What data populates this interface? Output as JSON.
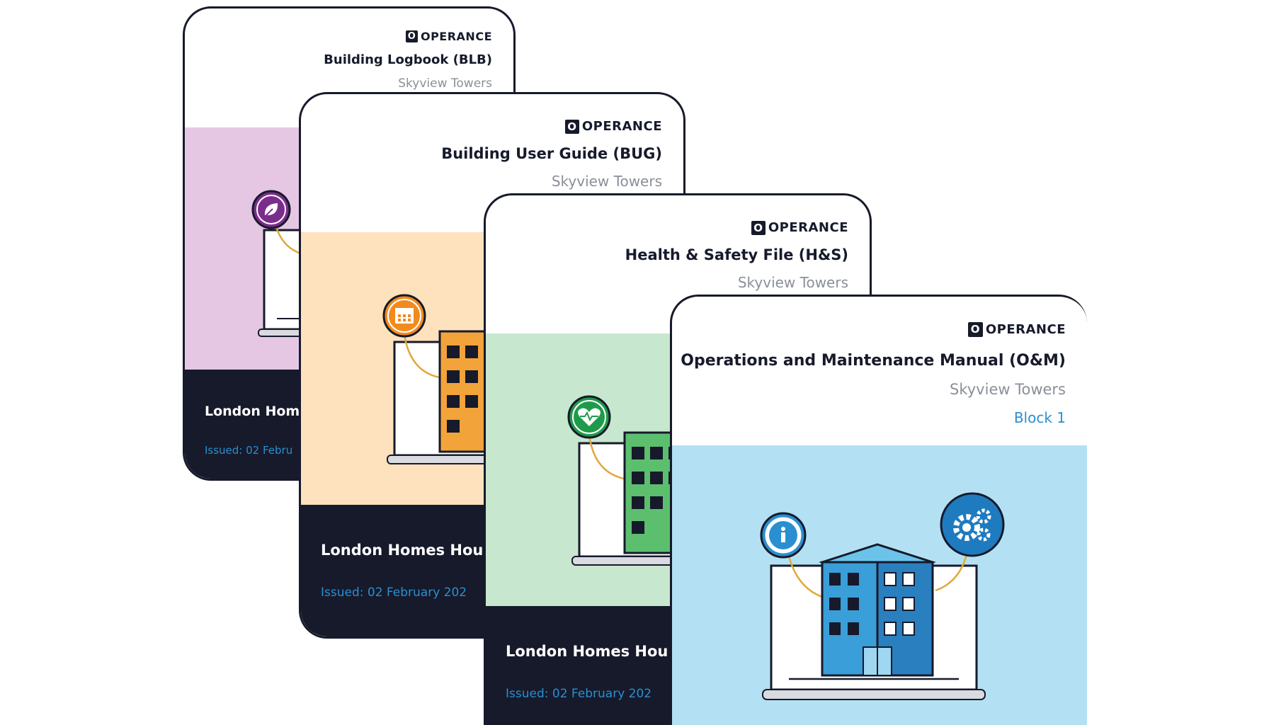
{
  "brand": {
    "name": "OPERANCE",
    "logo_glyph": "O"
  },
  "colors": {
    "dark": "#161a2b",
    "accent_blue": "#2a8fd0",
    "blb_band": "#e6c7e3",
    "bug_band": "#fde2bd",
    "hs_band": "#c7e7cf",
    "om_band": "#b3e1f3"
  },
  "cards": {
    "blb": {
      "title": "Building Logbook (BLB)",
      "site": "Skyview Towers",
      "client": "London Home",
      "issued": "Issued: 02 Febru",
      "icon": "leaf-icon"
    },
    "bug": {
      "title": "Building User Guide (BUG)",
      "site": "Skyview Towers",
      "client": "London Homes Hou",
      "issued": "Issued: 02 February 202",
      "icon": "calendar-icon"
    },
    "hs": {
      "title": "Health & Safety File (H&S)",
      "site": "Skyview Towers",
      "client": "London Homes Hou",
      "issued": "Issued: 02 February 202",
      "icon": "heart-pulse-icon"
    },
    "om": {
      "title": "Operations and Maintenance Manual (O&M)",
      "site": "Skyview Towers",
      "block": "Block 1",
      "icons": [
        "info-icon",
        "gears-icon"
      ]
    }
  }
}
